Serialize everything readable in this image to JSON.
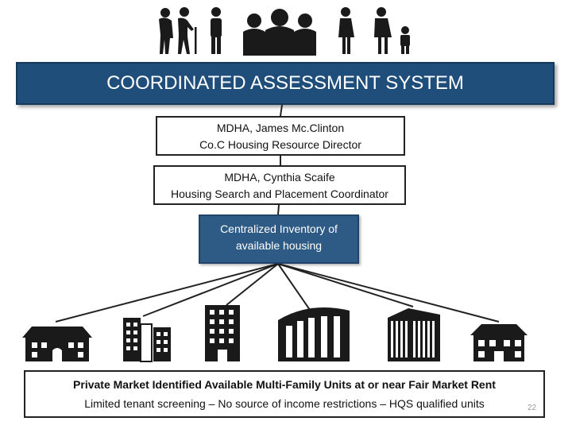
{
  "title": "COORDINATED ASSESSMENT SYSTEM",
  "box1": {
    "line1": "MDHA, James Mc.Clinton",
    "line2": "Co.C Housing Resource Director"
  },
  "box2": {
    "line1": "MDHA, Cynthia Scaife",
    "line2": "Housing Search and Placement Coordinator"
  },
  "box3": {
    "line1": "Centralized Inventory of",
    "line2": "available housing"
  },
  "bottom": {
    "line1": "Private Market Identified Available Multi-Family Units at or near Fair Market Rent",
    "line2": "Limited tenant screening – No source of income restrictions – HQS qualified units"
  },
  "page_number": "22",
  "colors": {
    "title_bg": "#1f4e7a",
    "inventory_bg": "#2e5b86",
    "icon": "#1a1a1a"
  },
  "icons": [
    "elderly-couple-icon",
    "person-icon",
    "group-icon",
    "family-icon",
    "house-icon",
    "apartment-icon",
    "office-building-icon",
    "curved-building-icon",
    "highrise-icon",
    "townhouse-icon"
  ]
}
